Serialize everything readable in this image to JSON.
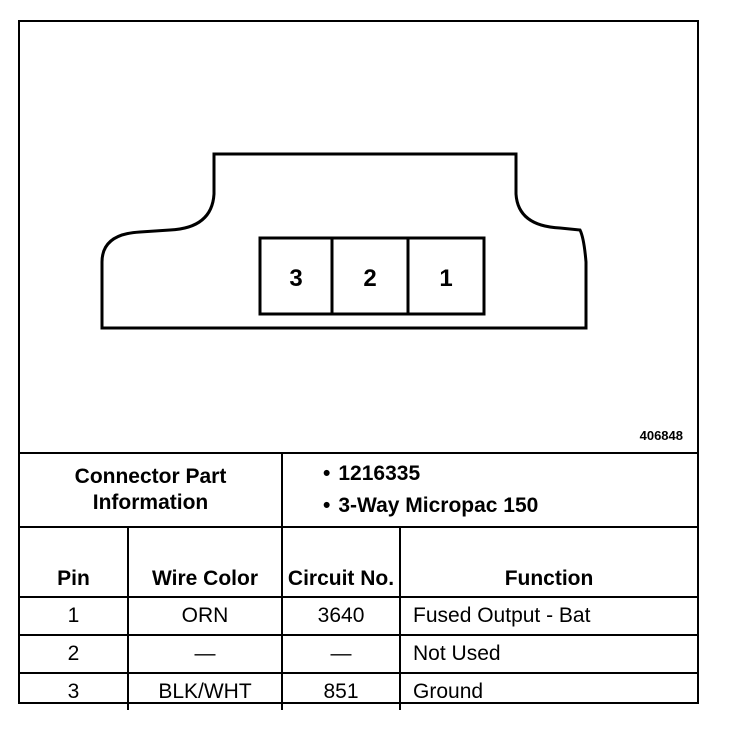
{
  "figure_id": "406848",
  "connector": {
    "pin_labels": [
      "3",
      "2",
      "1"
    ]
  },
  "info": {
    "label": "Connector Part Information",
    "items": [
      "1216335",
      "3-Way Micropac 150"
    ]
  },
  "table": {
    "headers": [
      "Pin",
      "Wire Color",
      "Circuit No.",
      "Function"
    ],
    "rows": [
      [
        "1",
        "ORN",
        "3640",
        "Fused Output - Bat"
      ],
      [
        "2",
        "—",
        "—",
        "Not Used"
      ],
      [
        "3",
        "BLK/WHT",
        "851",
        "Ground"
      ]
    ]
  }
}
